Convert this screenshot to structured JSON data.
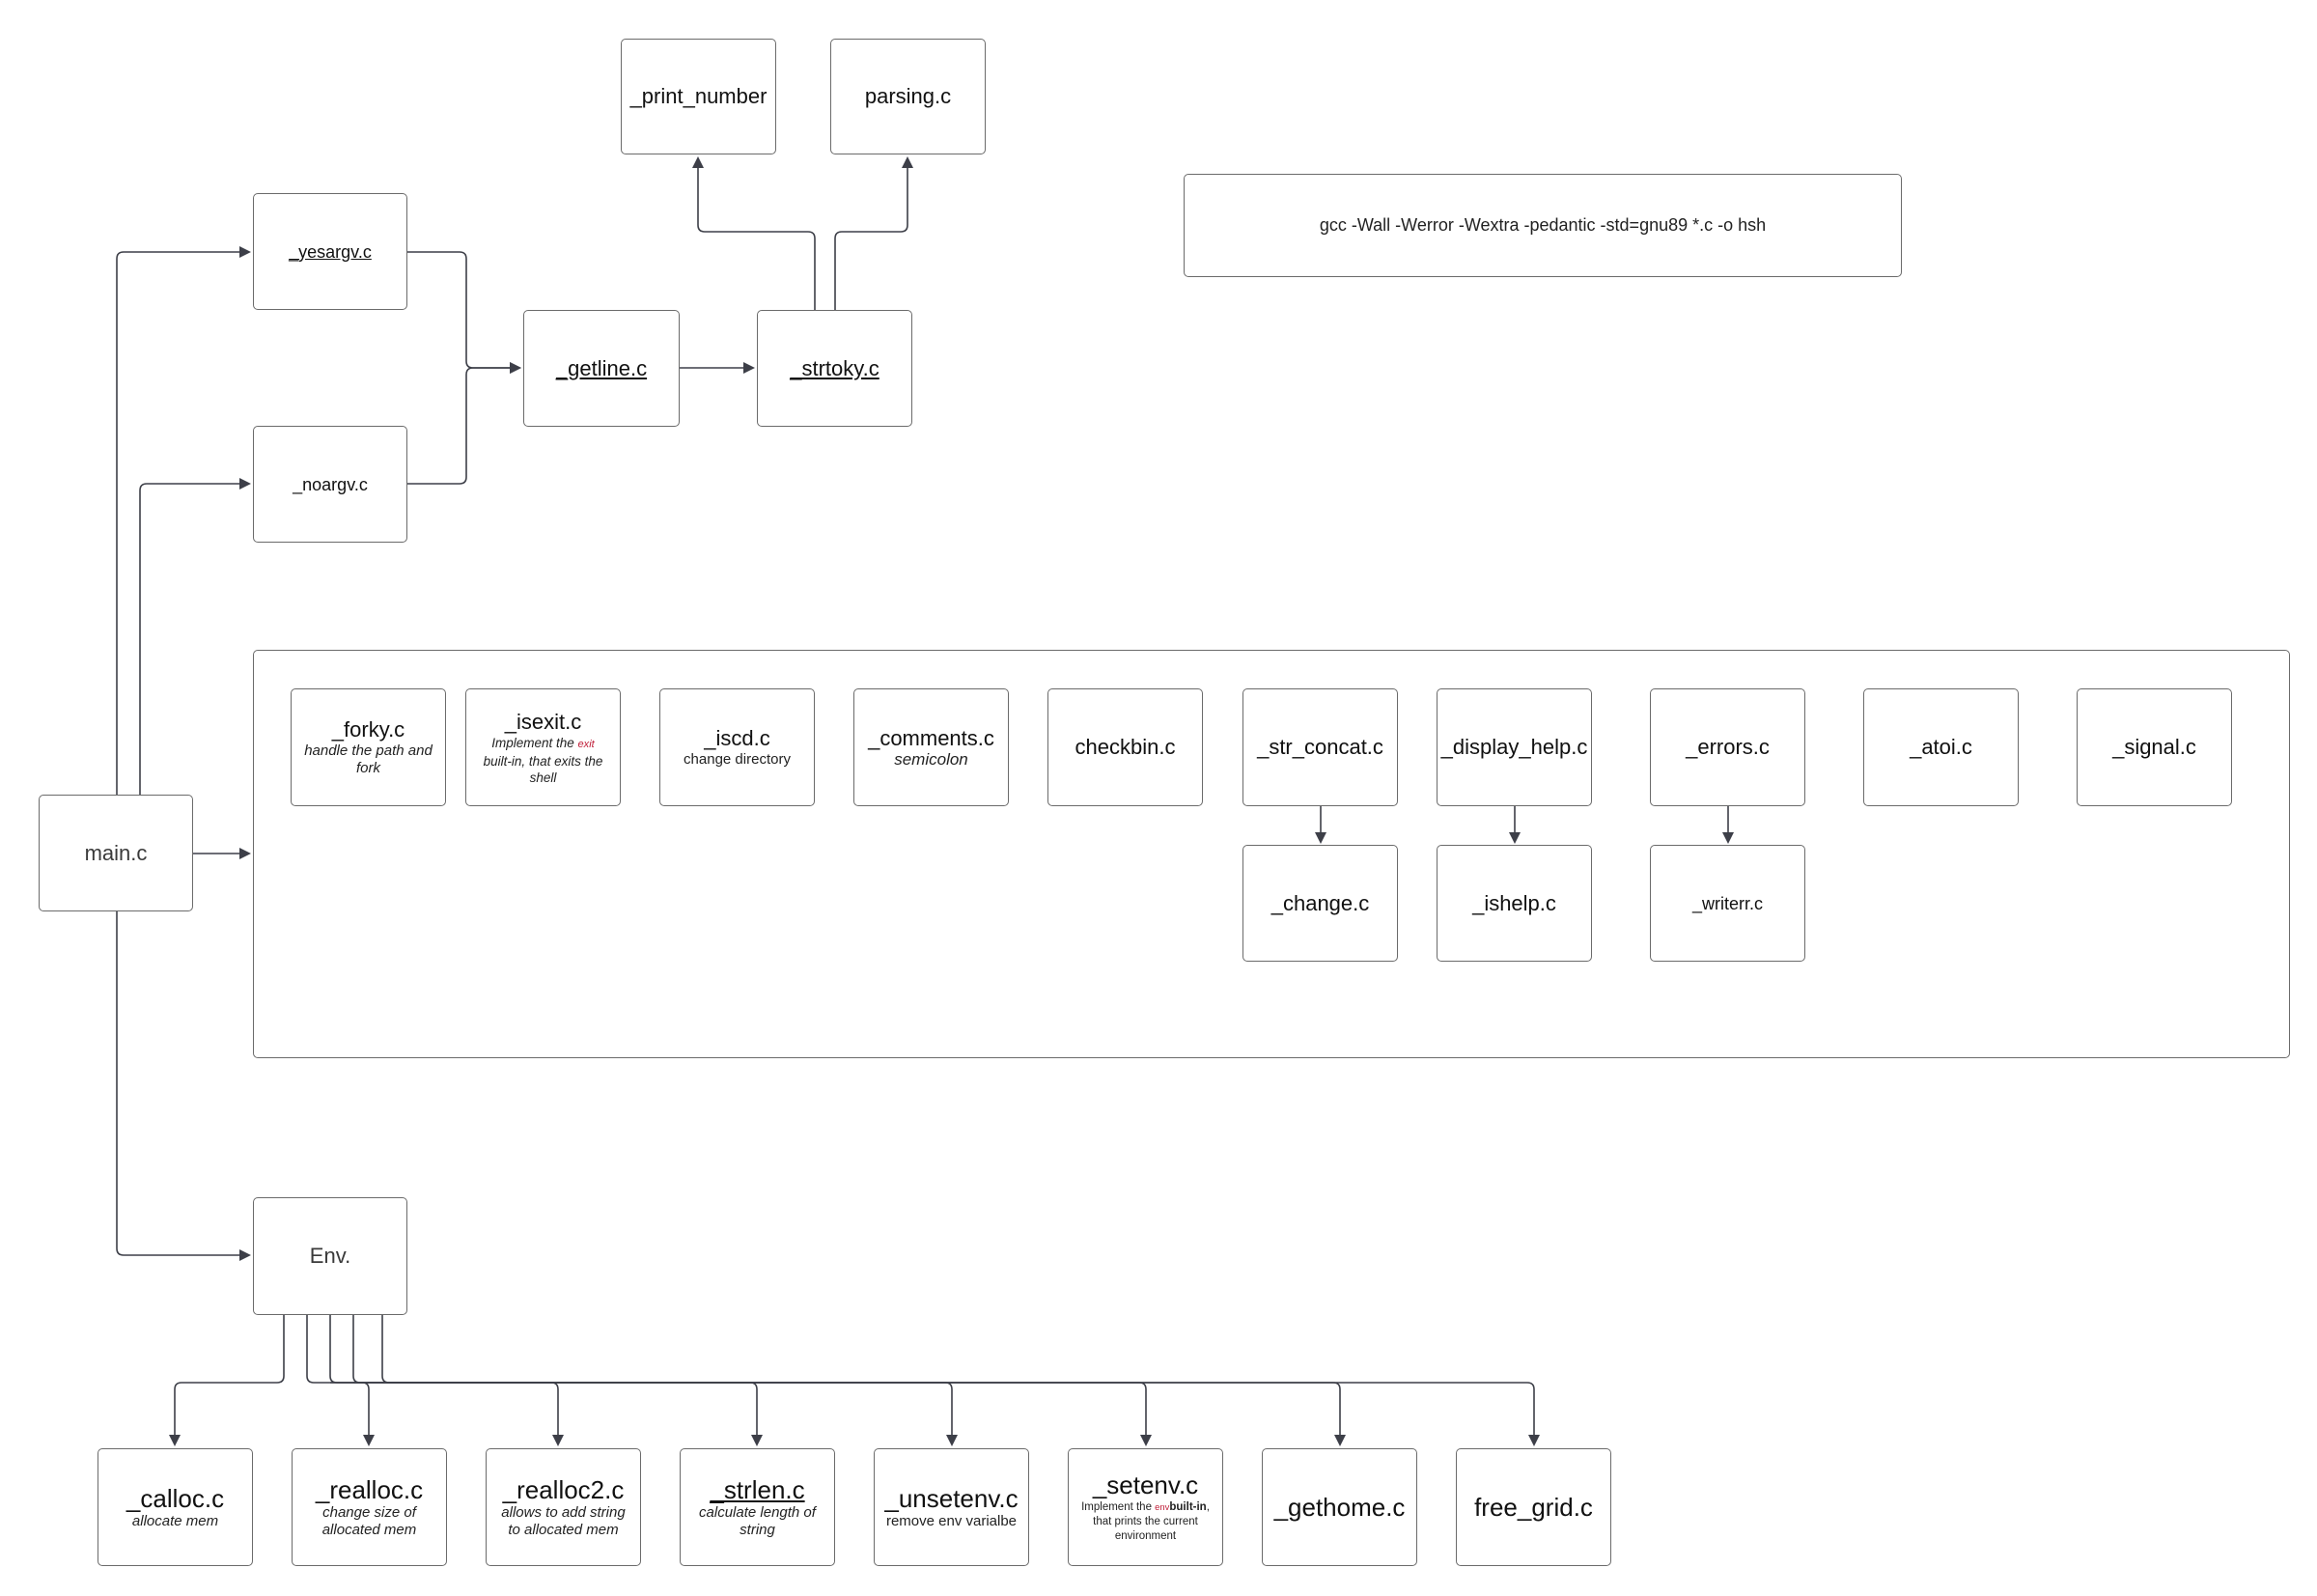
{
  "colors": {
    "line": "#3d3f48",
    "border": "#6b6b6b",
    "accent": "#c0203a"
  },
  "command": "gcc -Wall -Werror -Wextra -pedantic -std=gnu89 *.c -o hsh",
  "nodes": {
    "print_number": {
      "title": "_print_number"
    },
    "parsing": {
      "title": "parsing.c"
    },
    "yesargv": {
      "title": "_yesargv.c"
    },
    "noargv": {
      "title": "_noargv.c"
    },
    "getline": {
      "title": "_getline.c"
    },
    "strtoky": {
      "title": "_strtoky.c"
    },
    "main": {
      "title": "main.c"
    },
    "env": {
      "title": "Env."
    },
    "forky": {
      "title": "_forky.c",
      "desc": "handle the path and fork"
    },
    "isexit": {
      "title": "_isexit.c",
      "desc_a": "Implement the ",
      "desc_red": "exit",
      "desc_b": " built-in, that exits the shell"
    },
    "iscd": {
      "title": "_iscd.c",
      "desc": "change directory"
    },
    "comments": {
      "title": "_comments.c",
      "desc": "semicolon"
    },
    "checkbin": {
      "title": "checkbin.c"
    },
    "str_concat": {
      "title": "_str_concat.c"
    },
    "display_help": {
      "title": "_display_help.c"
    },
    "errors": {
      "title": "_errors.c"
    },
    "atoi": {
      "title": "_atoi.c"
    },
    "signal": {
      "title": "_signal.c"
    },
    "change": {
      "title": "_change.c"
    },
    "ishelp": {
      "title": "_ishelp.c"
    },
    "writerr": {
      "title": "_writerr.c"
    },
    "calloc": {
      "title": "_calloc.c",
      "desc": "allocate mem"
    },
    "realloc": {
      "title": "_realloc.c",
      "desc": "change size of allocated mem"
    },
    "realloc2": {
      "title": "_realloc2.c",
      "desc": "allows to add string to allocated mem"
    },
    "strlen": {
      "title": "_strlen.c",
      "desc": "calculate length of string"
    },
    "unsetenv": {
      "title": "_unsetenv.c",
      "desc": "remove env varialbe"
    },
    "setenv": {
      "title": "_setenv.c",
      "desc_a": "Implement the ",
      "desc_red": "env",
      "desc_bold": "built-in",
      "desc_b": ", that prints the current environment"
    },
    "gethome": {
      "title": "_gethome.c"
    },
    "free_grid": {
      "title": "free_grid.c"
    }
  }
}
